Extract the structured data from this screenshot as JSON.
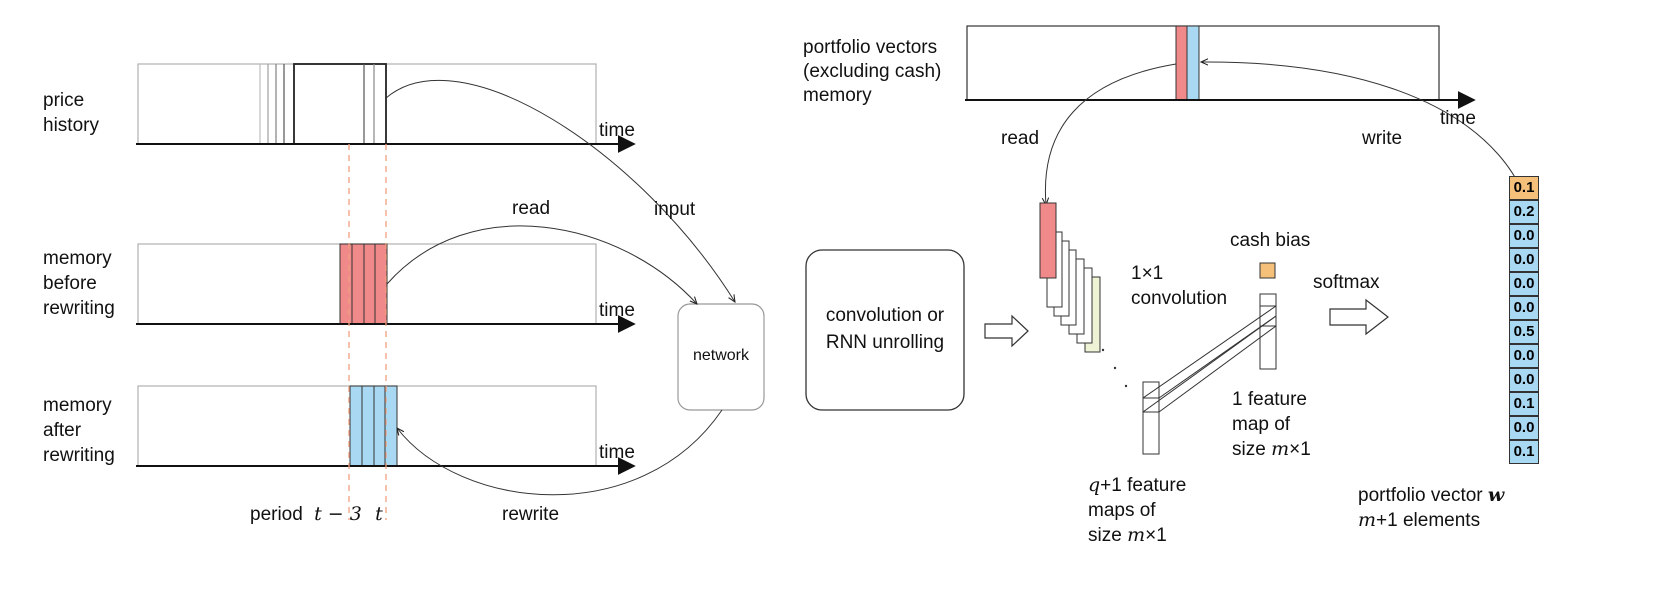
{
  "left": {
    "rows": [
      {
        "label_lines": [
          "price",
          "history"
        ],
        "axis_label": "time"
      },
      {
        "label_lines": [
          "memory",
          "before",
          "rewriting"
        ],
        "axis_label": "time"
      },
      {
        "label_lines": [
          "memory",
          "after",
          "rewriting"
        ],
        "axis_label": "time"
      }
    ],
    "arrow_labels": {
      "read": "read",
      "input": "input",
      "rewrite": "rewrite"
    },
    "network_label": "network",
    "period_label": {
      "prefix": "period",
      "math_a": "t − 3",
      "math_b": "t"
    }
  },
  "right": {
    "memory_label_lines": [
      "portfolio vectors",
      "(excluding cash)",
      "memory"
    ],
    "axis_label": "time",
    "read_label": "read",
    "write_label": "write",
    "conv_box_lines": [
      "convolution or",
      "RNN unrolling"
    ],
    "conv1x1_lines": [
      "1×1",
      "convolution"
    ],
    "cash_bias_label": "cash bias",
    "softmax_label": "softmax",
    "feature_maps_label": {
      "math": "q",
      "line1_rest": "+1 feature",
      "line2": "maps of",
      "line3_prefix": "size ",
      "line3_math": "m",
      "line3_suffix": "×1"
    },
    "single_feature_label": {
      "line1": "1 feature",
      "line2": "map of",
      "line3_prefix": "size ",
      "line3_math": "m",
      "line3_suffix": "×1"
    },
    "portfolio_vector_label": {
      "line1_prefix": "portfolio vector ",
      "line1_math": "w",
      "line2_math": "m",
      "line2_suffix": "+1 elements"
    },
    "portfolio_values": [
      "0.1",
      "0.2",
      "0.0",
      "0.0",
      "0.0",
      "0.0",
      "0.5",
      "0.0",
      "0.0",
      "0.1",
      "0.0",
      "0.1"
    ]
  },
  "colors": {
    "memory_before": "#f08a8a",
    "memory_after": "#a9d8f2",
    "cash_cell": "#f5c07a",
    "value_cell": "#a9d8f2",
    "feature_first": "#f08a8a",
    "feature_last": "#eef3d6",
    "guide_dash": "#f0a080"
  }
}
